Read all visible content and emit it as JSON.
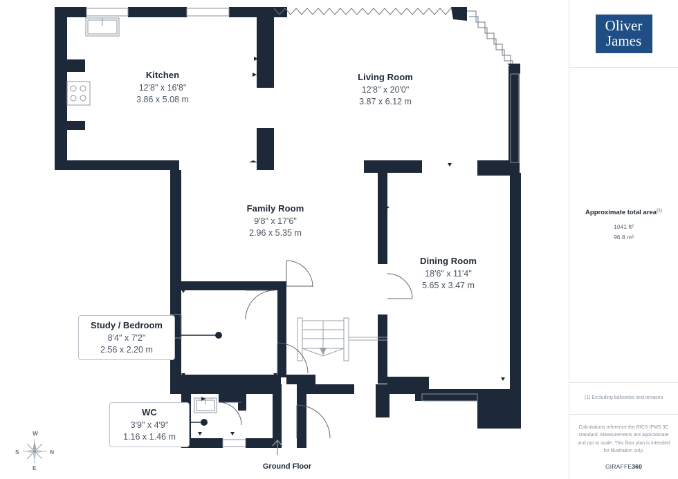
{
  "document": {
    "type": "floor-plan",
    "floor_caption": "Ground Floor"
  },
  "rooms": [
    {
      "name": "Kitchen",
      "imperial": "12'8\" x 16'8\"",
      "metric": "3.86 x 5.08 m",
      "boxed": false
    },
    {
      "name": "Living Room",
      "imperial": "12'8\" x 20'0\"",
      "metric": "3.87 x 6.12 m",
      "boxed": false
    },
    {
      "name": "Family Room",
      "imperial": "9'8\" x 17'6\"",
      "metric": "2.96 x 5.35 m",
      "boxed": false
    },
    {
      "name": "Dining Room",
      "imperial": "18'6\" x 11'4\"",
      "metric": "5.65 x 3.47 m",
      "boxed": false
    },
    {
      "name": "Study / Bedroom",
      "imperial": "8'4\" x 7'2\"",
      "metric": "2.56 x 2.20 m",
      "boxed": true
    },
    {
      "name": "WC",
      "imperial": "3'9\" x 4'9\"",
      "metric": "1.16 x 1.46 m",
      "boxed": true
    }
  ],
  "compass": {
    "top": "W",
    "left": "S",
    "right": "N",
    "bottom": "E"
  },
  "sidebar": {
    "logo": {
      "line1": "Oliver",
      "line2": "James"
    },
    "area": {
      "title": "Approximate total area",
      "title_superscript": "(1)",
      "imperial": "1041 ft²",
      "metric": "96.8 m²"
    },
    "note": "(1) Excluding balconies and terraces",
    "disclaimer": "Calculations reference the RICS IPMS 3C standard. Measurements are approximate and not to scale. This floor plan is intended for illustration only.",
    "brand_prefix": "GIRAFFE",
    "brand_suffix": "360"
  },
  "colors": {
    "wall": "#1d2838",
    "logo_blue": "#1f4e85",
    "text_dark": "#1d2838",
    "text_muted": "#8a939e",
    "divider": "#e2e6ea"
  }
}
